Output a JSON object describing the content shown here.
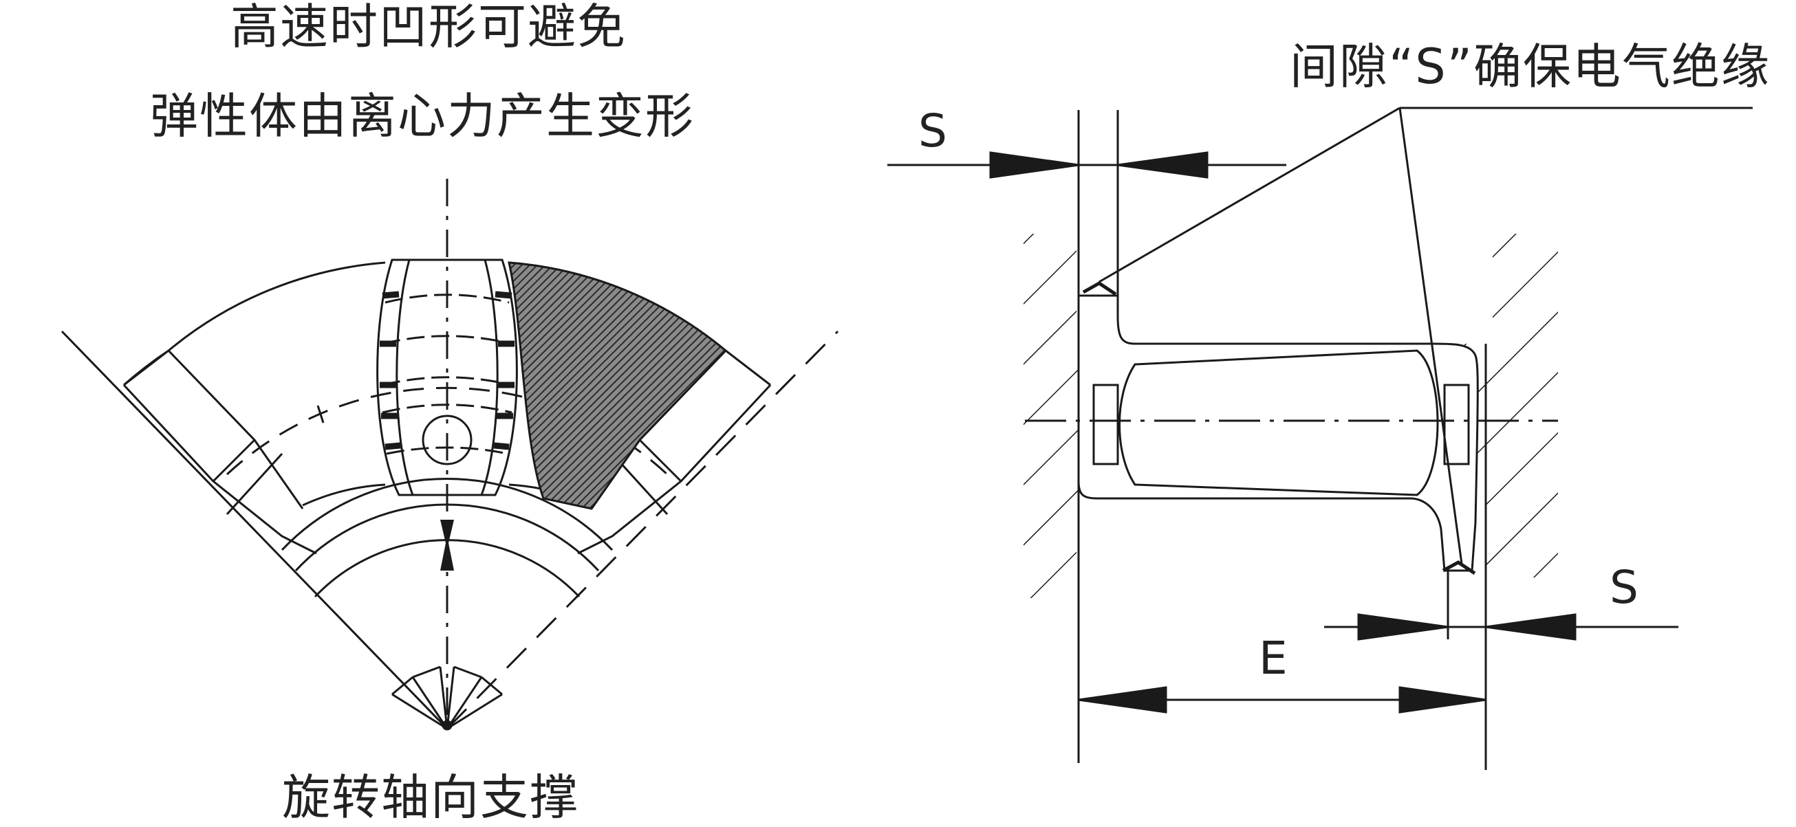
{
  "labels": {
    "top_line1": "高速时凹形可避免",
    "top_line2": "弹性体由离心力产生变形",
    "bottom": "旋转轴向支撑",
    "clearance": "间隙“S”确保电气绝缘",
    "s_left": "S",
    "s_right": "S",
    "e_dim": "E"
  },
  "colors": {
    "line": "#1a1a1a",
    "fill_hatch": "#555555"
  }
}
